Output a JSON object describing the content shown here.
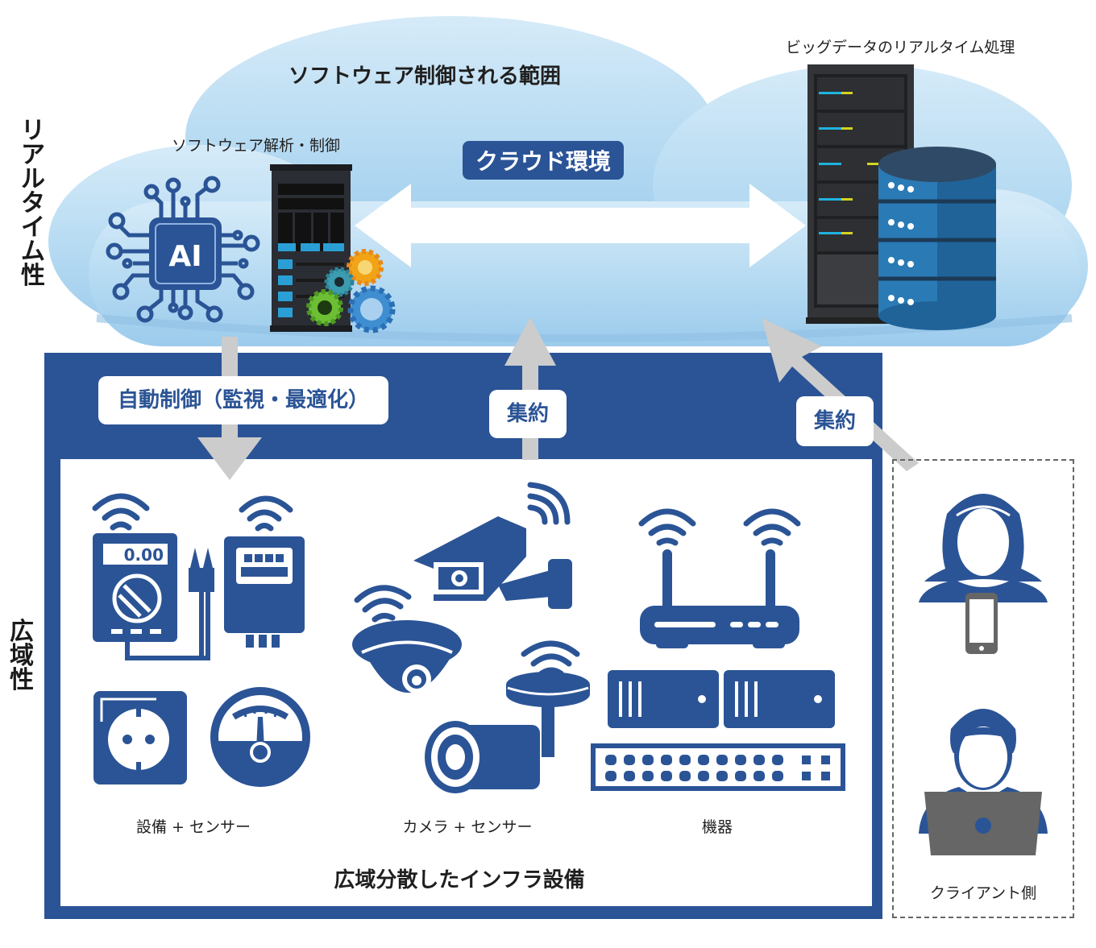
{
  "side_labels": {
    "realtime": [
      "リ",
      "ア",
      "ル",
      "タ",
      "イ",
      "ム",
      "性"
    ],
    "wide_area": [
      "広",
      "域",
      "性"
    ]
  },
  "cloud": {
    "title": "ソフトウェア制御される範囲",
    "software_label": "ソフトウェア解析・制御",
    "bigdata_label": "ビッグデータのリアルタイム処理",
    "env_badge": "クラウド環境",
    "ai_chip_text": "AI"
  },
  "arrows": {
    "auto_control": "自動制御（監視・最適化）",
    "aggregate_center": "集約",
    "aggregate_right": "集約"
  },
  "infra": {
    "title": "広域分散したインフラ設備",
    "categories": [
      {
        "label": "設備 + センサー"
      },
      {
        "label": "カメラ + センサー"
      },
      {
        "label": "機器"
      }
    ],
    "multimeter_display": "0.00"
  },
  "client": {
    "label": "クライアント側"
  },
  "colors": {
    "brand_blue": "#2b5496",
    "cloud_light": "#cfe6f6",
    "cloud_mid": "#a7d0ee",
    "arrow_gray": "#cccccc",
    "server_dark": "#2e2e2e",
    "db_blue": "#2a7ab5"
  }
}
